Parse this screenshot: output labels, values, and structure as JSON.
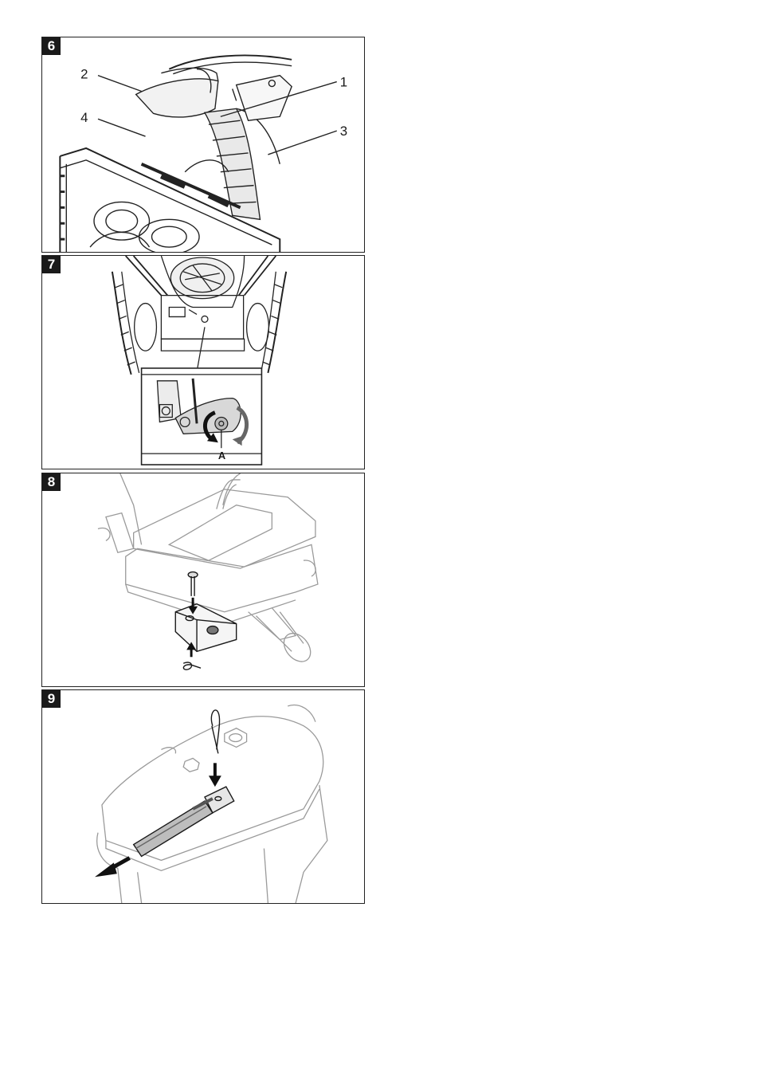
{
  "figures": [
    {
      "number": "6",
      "callouts": [
        "1",
        "2",
        "3",
        "4"
      ]
    },
    {
      "number": "7",
      "callouts": [
        "A"
      ]
    },
    {
      "number": "8"
    },
    {
      "number": "9"
    }
  ]
}
